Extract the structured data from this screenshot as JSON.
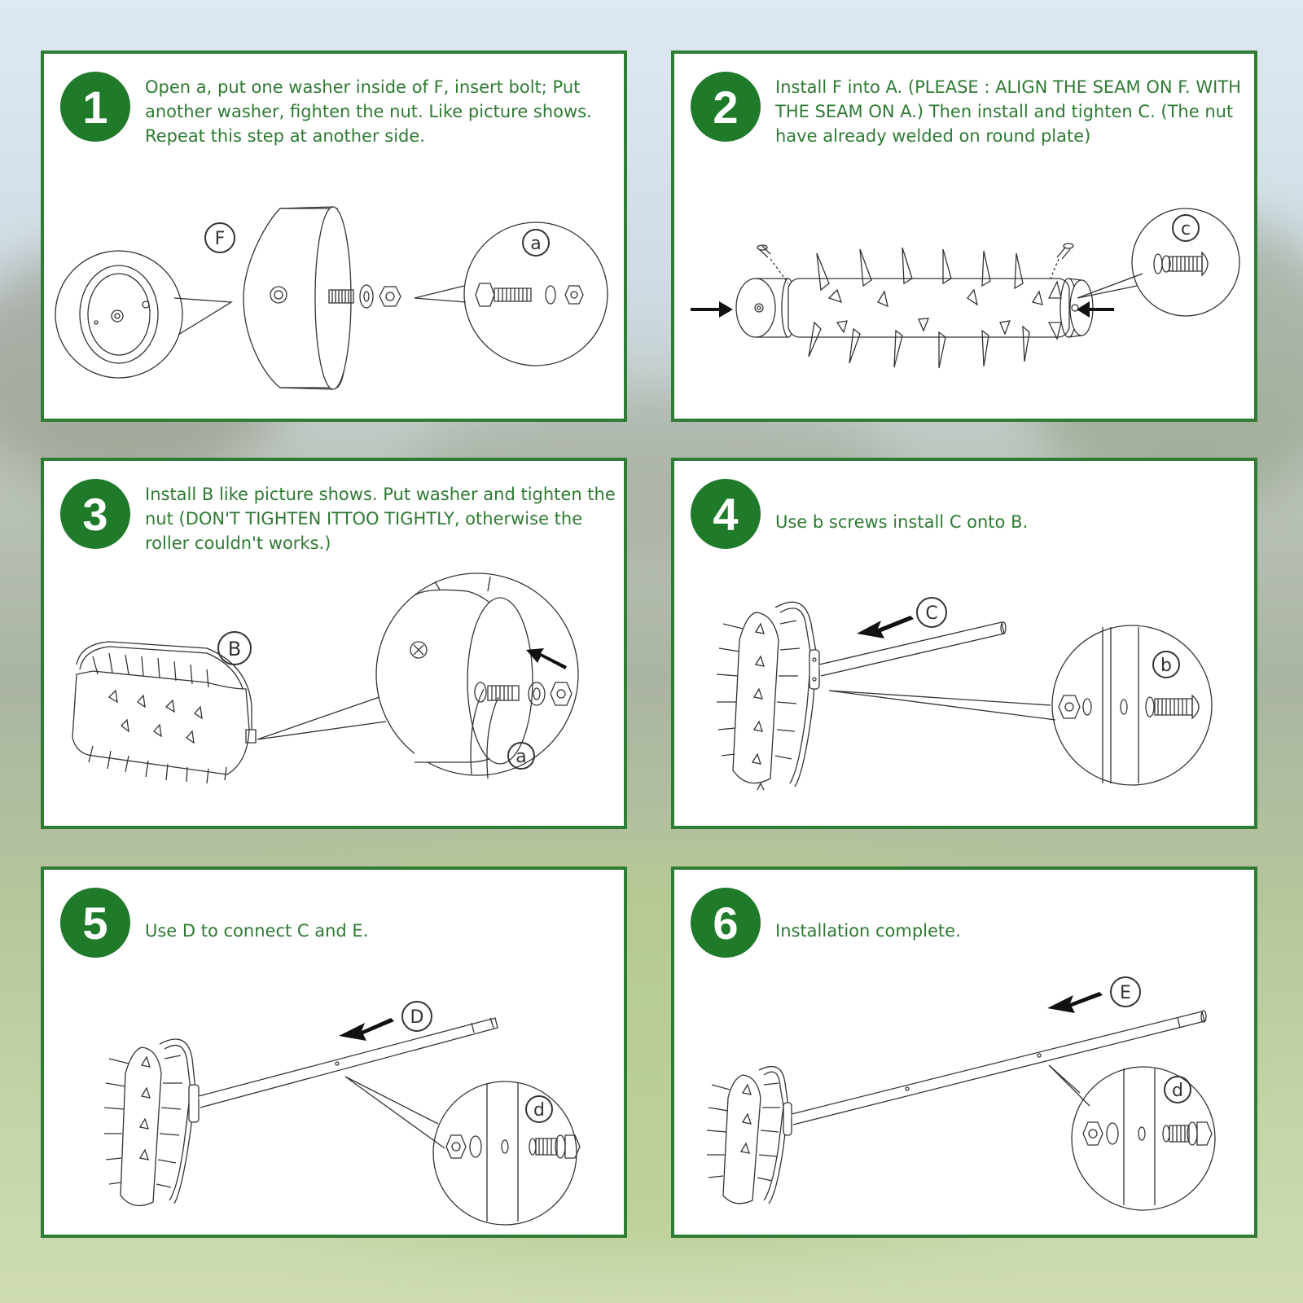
{
  "colors": {
    "accent": "#1f7a2a",
    "border": "#2f7d34",
    "text": "#2e7a33"
  },
  "steps": [
    {
      "number": "1",
      "text": "Open a, put one washer inside of F, insert bolt; Put another washer, fighten the nut. Like picture shows. Repeat this step at another side.",
      "labels": [
        "F",
        "a"
      ]
    },
    {
      "number": "2",
      "text": "Install F into A. (PLEASE : ALIGN THE SEAM ON F. WITH THE SEAM ON A.) Then install and tighten C. (The nut have already welded on round plate)",
      "labels": [
        "c"
      ]
    },
    {
      "number": "3",
      "text": "Install B like picture shows. Put washer and tighten the nut (DON'T TIGHTEN ITTOO TIGHTLY, otherwise the roller couldn't works.)",
      "labels": [
        "B",
        "a"
      ]
    },
    {
      "number": "4",
      "text": "Use b screws install C onto B.",
      "labels": [
        "C",
        "b"
      ]
    },
    {
      "number": "5",
      "text": "Use D to connect C and E.",
      "labels": [
        "D",
        "d"
      ]
    },
    {
      "number": "6",
      "text": "Installation complete.",
      "labels": [
        "E",
        "d"
      ]
    }
  ]
}
